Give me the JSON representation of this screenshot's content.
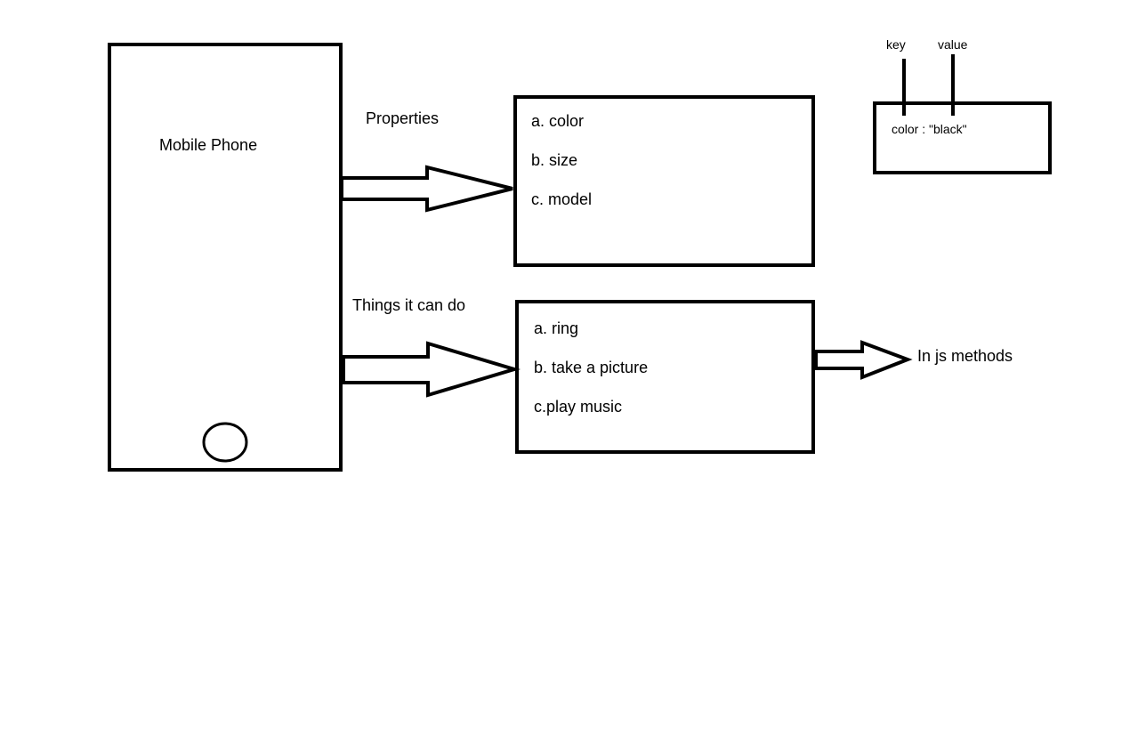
{
  "phone": {
    "label": "Mobile Phone"
  },
  "properties": {
    "heading": "Properties",
    "items": [
      "a. color",
      "b. size",
      "c. model"
    ]
  },
  "actions": {
    "heading": "Things it can do",
    "items": [
      "a. ring",
      "b. take a picture",
      "c.play music"
    ]
  },
  "methods_note": "In js methods",
  "key_value_example": {
    "key_label": "key",
    "value_label": "value",
    "pair": "color : \"black\""
  },
  "colors": {
    "stroke": "#000000",
    "background": "#ffffff"
  }
}
